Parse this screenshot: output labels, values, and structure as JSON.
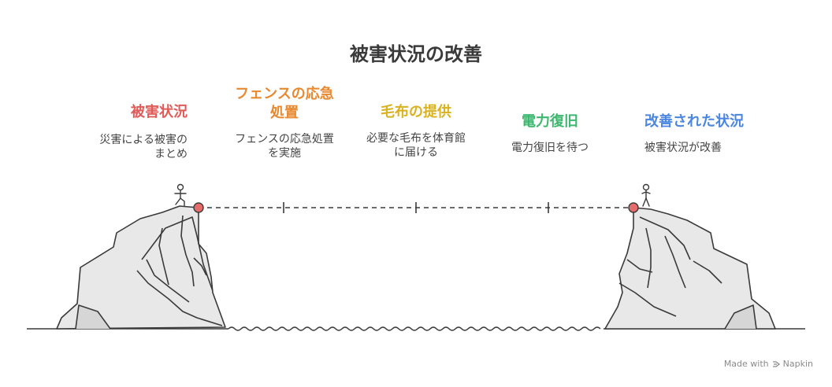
{
  "title": "被害状況の改善",
  "steps": [
    {
      "heading": "被害状況",
      "description": "災害による被害の\nまとめ",
      "color": "#e05a57"
    },
    {
      "heading": "フェンスの応急\n処置",
      "description": "フェンスの応急処置\nを実施",
      "color": "#e8892f"
    },
    {
      "heading": "毛布の提供",
      "description": "必要な毛布を体育館\nに届ける",
      "color": "#d8b21f"
    },
    {
      "heading": "電力復旧",
      "description": "電力復旧を待つ",
      "color": "#3fb86f"
    },
    {
      "heading": "改善された状況",
      "description": "被害状況が改善",
      "color": "#4a86e0"
    }
  ],
  "icons": [
    "person-walking-icon",
    "person-standing-icon",
    "napkin-logo-icon"
  ],
  "footer": {
    "made_with": "Made with",
    "brand": "Napkin"
  }
}
